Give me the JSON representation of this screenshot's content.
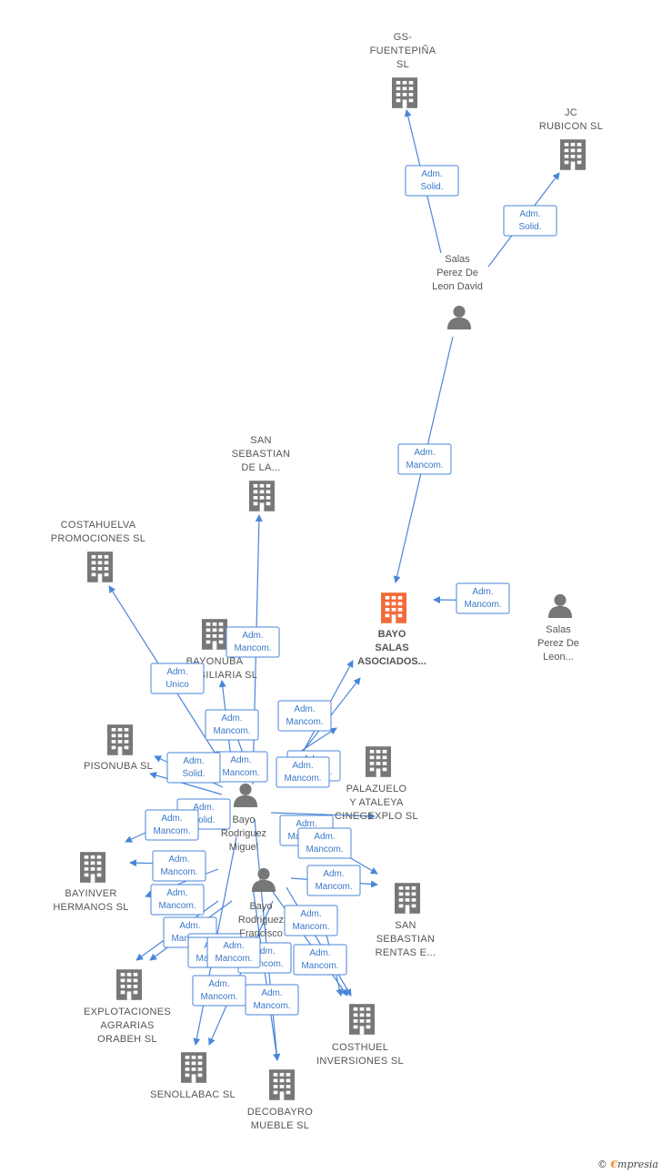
{
  "colors": {
    "edge": "#4a86d8",
    "company": "#777777",
    "main_company": "#f26b3a",
    "person": "#777777"
  },
  "nodes": [
    {
      "id": "gs",
      "type": "company",
      "label": [
        "GS-",
        "FUENTEPIÑA",
        "SL"
      ]
    },
    {
      "id": "jc",
      "type": "company",
      "label": [
        "JC",
        "RUBICON  SL"
      ]
    },
    {
      "id": "salas_david",
      "type": "person",
      "label": [
        "Salas",
        "Perez De",
        "Leon David"
      ]
    },
    {
      "id": "san_sebastian_la",
      "type": "company",
      "label": [
        "SAN",
        "SEBASTIAN",
        "DE LA..."
      ]
    },
    {
      "id": "costahuelva",
      "type": "company",
      "label": [
        "COSTAHUELVA",
        "PROMOCIONES SL"
      ]
    },
    {
      "id": "bayo_salas",
      "type": "main",
      "label": [
        "BAYO",
        "SALAS",
        "ASOCIADOS..."
      ]
    },
    {
      "id": "salas_leon",
      "type": "person",
      "label": [
        "Salas",
        "Perez De",
        "Leon..."
      ]
    },
    {
      "id": "bayonuba",
      "type": "company",
      "label": [
        "BAYONUBA",
        "INMOBILIARIA SL"
      ]
    },
    {
      "id": "pisonuba",
      "type": "company",
      "label": [
        "PISONUBA  SL"
      ]
    },
    {
      "id": "palazuelo",
      "type": "company",
      "label": [
        "PALAZUELO",
        "Y ATALEYA",
        "CINEGEXPLO SL"
      ]
    },
    {
      "id": "bayo_miguel",
      "type": "person",
      "label": [
        "Bayo",
        "Rodriguez",
        "Miguel"
      ]
    },
    {
      "id": "bayinver",
      "type": "company",
      "label": [
        "BAYINVER",
        "HERMANOS SL"
      ]
    },
    {
      "id": "bayo_francisco",
      "type": "person",
      "label": [
        "Bayo",
        "Rodriguez",
        "Francisco"
      ]
    },
    {
      "id": "san_sebastian_rentas",
      "type": "company",
      "label": [
        "SAN",
        "SEBASTIAN",
        "RENTAS E..."
      ]
    },
    {
      "id": "explotaciones",
      "type": "company",
      "label": [
        "EXPLOTACIONES",
        "AGRARIAS",
        "ORABEH SL"
      ]
    },
    {
      "id": "costhuel",
      "type": "company",
      "label": [
        "COSTHUEL",
        "INVERSIONES SL"
      ]
    },
    {
      "id": "senollabac",
      "type": "company",
      "label": [
        "SENOLLABAC SL"
      ]
    },
    {
      "id": "decobayro",
      "type": "company",
      "label": [
        "DECOBAYRO",
        "MUEBLE SL"
      ]
    }
  ],
  "edges": [
    {
      "label": [
        "Adm.",
        "Solid."
      ]
    },
    {
      "label": [
        "Adm.",
        "Solid."
      ]
    },
    {
      "label": [
        "Adm.",
        "Mancom."
      ]
    },
    {
      "label": [
        "Adm.",
        "Mancom."
      ]
    },
    {
      "label": [
        "Adm.",
        "Mancom."
      ]
    },
    {
      "label": [
        "Adm.",
        "Unico"
      ]
    },
    {
      "label": [
        "Adm.",
        "Mancom."
      ]
    },
    {
      "label": [
        "Adm.",
        "Mancom."
      ]
    },
    {
      "label": [
        "Adm.",
        "Solid."
      ]
    },
    {
      "label": [
        "Adm.",
        "Mancom."
      ]
    },
    {
      "label": [
        "Adm.",
        "Mancom."
      ]
    },
    {
      "label": [
        "Adm.",
        "Mancom."
      ]
    },
    {
      "label": [
        "Adm.",
        "Mancom."
      ]
    },
    {
      "label": [
        "Adm.",
        "Solid."
      ]
    },
    {
      "label": [
        "Adm.",
        "Mancom."
      ]
    },
    {
      "label": [
        "Adm.",
        "Mancom."
      ]
    },
    {
      "label": [
        "Adm.",
        "Mancom."
      ]
    },
    {
      "label": [
        "Adm.",
        "Mancom."
      ]
    },
    {
      "label": [
        "Adm.",
        "Mancom."
      ]
    },
    {
      "label": [
        "Adm.",
        "Mancom."
      ]
    },
    {
      "label": [
        "Adm.",
        "Mancom."
      ]
    },
    {
      "label": [
        "Adm.",
        "Mancom."
      ]
    },
    {
      "label": [
        "Adm.",
        "Mancom."
      ]
    },
    {
      "label": [
        "Adm.",
        "Mancom."
      ]
    },
    {
      "label": [
        "Adm.",
        "Mancom."
      ]
    },
    {
      "label": [
        "Adm.",
        "Mancom."
      ]
    },
    {
      "label": [
        "Adm.",
        "Mancom."
      ]
    },
    {
      "label": [
        "Adm.",
        "Mancom."
      ]
    }
  ],
  "footer": {
    "copyright": "©",
    "brand_initial": "€",
    "brand_rest": "mpresia"
  }
}
